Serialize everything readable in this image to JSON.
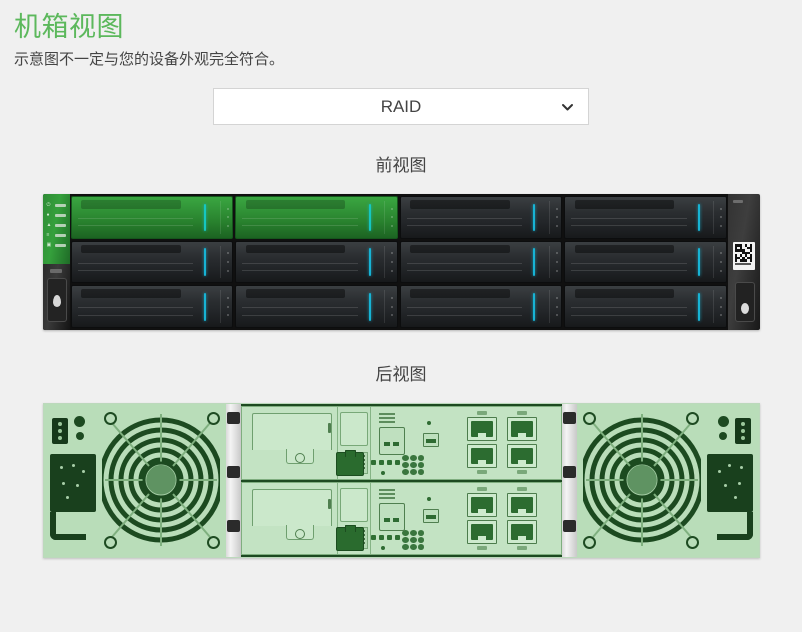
{
  "page": {
    "title": "机箱视图",
    "subtitle": "示意图不一定与您的设备外观完全符合。",
    "title_color": "#5cb85c",
    "background_color": "#f0f0f0"
  },
  "chassis_selector": {
    "name": "chassis-select",
    "selected_value": "RAID",
    "options": [
      "RAID"
    ],
    "chevron_icon": "chevron-down-icon"
  },
  "views": {
    "front": {
      "label": "前视图",
      "drive_rows": [
        [
          {
            "slot": "0",
            "state": "highlighted"
          },
          {
            "slot": "1",
            "state": "highlighted"
          },
          {
            "slot": "2",
            "state": "normal"
          },
          {
            "slot": "3",
            "state": "normal"
          }
        ],
        [
          {
            "slot": "4",
            "state": "normal"
          },
          {
            "slot": "5",
            "state": "normal"
          },
          {
            "slot": "6",
            "state": "normal"
          },
          {
            "slot": "7",
            "state": "normal"
          }
        ],
        [
          {
            "slot": "8",
            "state": "normal"
          },
          {
            "slot": "9",
            "state": "normal"
          },
          {
            "slot": "10",
            "state": "normal"
          },
          {
            "slot": "11",
            "state": "normal"
          }
        ]
      ],
      "left_ear": {
        "name": "front-left-ear",
        "indicator_count": 5,
        "state": "highlighted"
      },
      "right_ear": {
        "name": "front-right-ear",
        "service_label": "qr-code-label",
        "state": "normal"
      }
    },
    "rear": {
      "label": "后视图",
      "highlight_state": "highlighted",
      "power_supplies": [
        {
          "name": "psu-left",
          "position": "left"
        },
        {
          "name": "psu-right",
          "position": "right"
        }
      ],
      "controllers": [
        {
          "name": "controller-a",
          "position": "top",
          "rj45_ports": 4,
          "sfp_ports": 1,
          "mgmt_ports": 1
        },
        {
          "name": "controller-b",
          "position": "bottom",
          "rj45_ports": 4,
          "sfp_ports": 1,
          "mgmt_ports": 1
        }
      ]
    }
  },
  "colors": {
    "accent_green": "#5cb85c",
    "highlight_green": "#2f8f35",
    "drive_led_cyan": "#17b3d4",
    "rear_overlay_green": "#cfe9cf"
  }
}
